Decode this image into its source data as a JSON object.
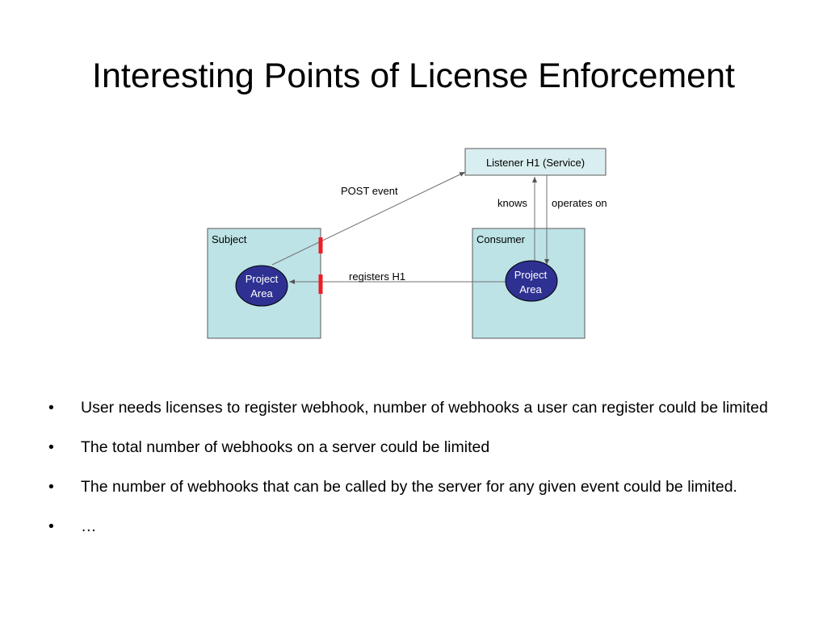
{
  "slide": {
    "title": "Interesting Points of License Enforcement"
  },
  "diagram": {
    "colors": {
      "box_fill": "#bde3e6",
      "box_stroke": "#5a5a5a",
      "ellipse_fill": "#2e3192",
      "ellipse_text": "#ffffff",
      "listener_fill": "#d9eef0",
      "blocker": "#ee1c24",
      "arrow": "#707070"
    },
    "listener_label": "Listener H1 (Service)",
    "subject_label": "Subject",
    "consumer_label": "Consumer",
    "subject_project_area": [
      "Project",
      "Area"
    ],
    "consumer_project_area": [
      "Project",
      "Area"
    ],
    "edges": {
      "post_event": "POST event",
      "knows": "knows",
      "operates_on": "operates on",
      "registers": "registers H1"
    }
  },
  "bullets": [
    "User needs licenses to register webhook, number of webhooks a user can register could be limited",
    "The total number of webhooks on a server could be limited",
    "The number of webhooks that can be called by the server for any given event could be limited.",
    "…"
  ],
  "bullet_glyph": "•"
}
